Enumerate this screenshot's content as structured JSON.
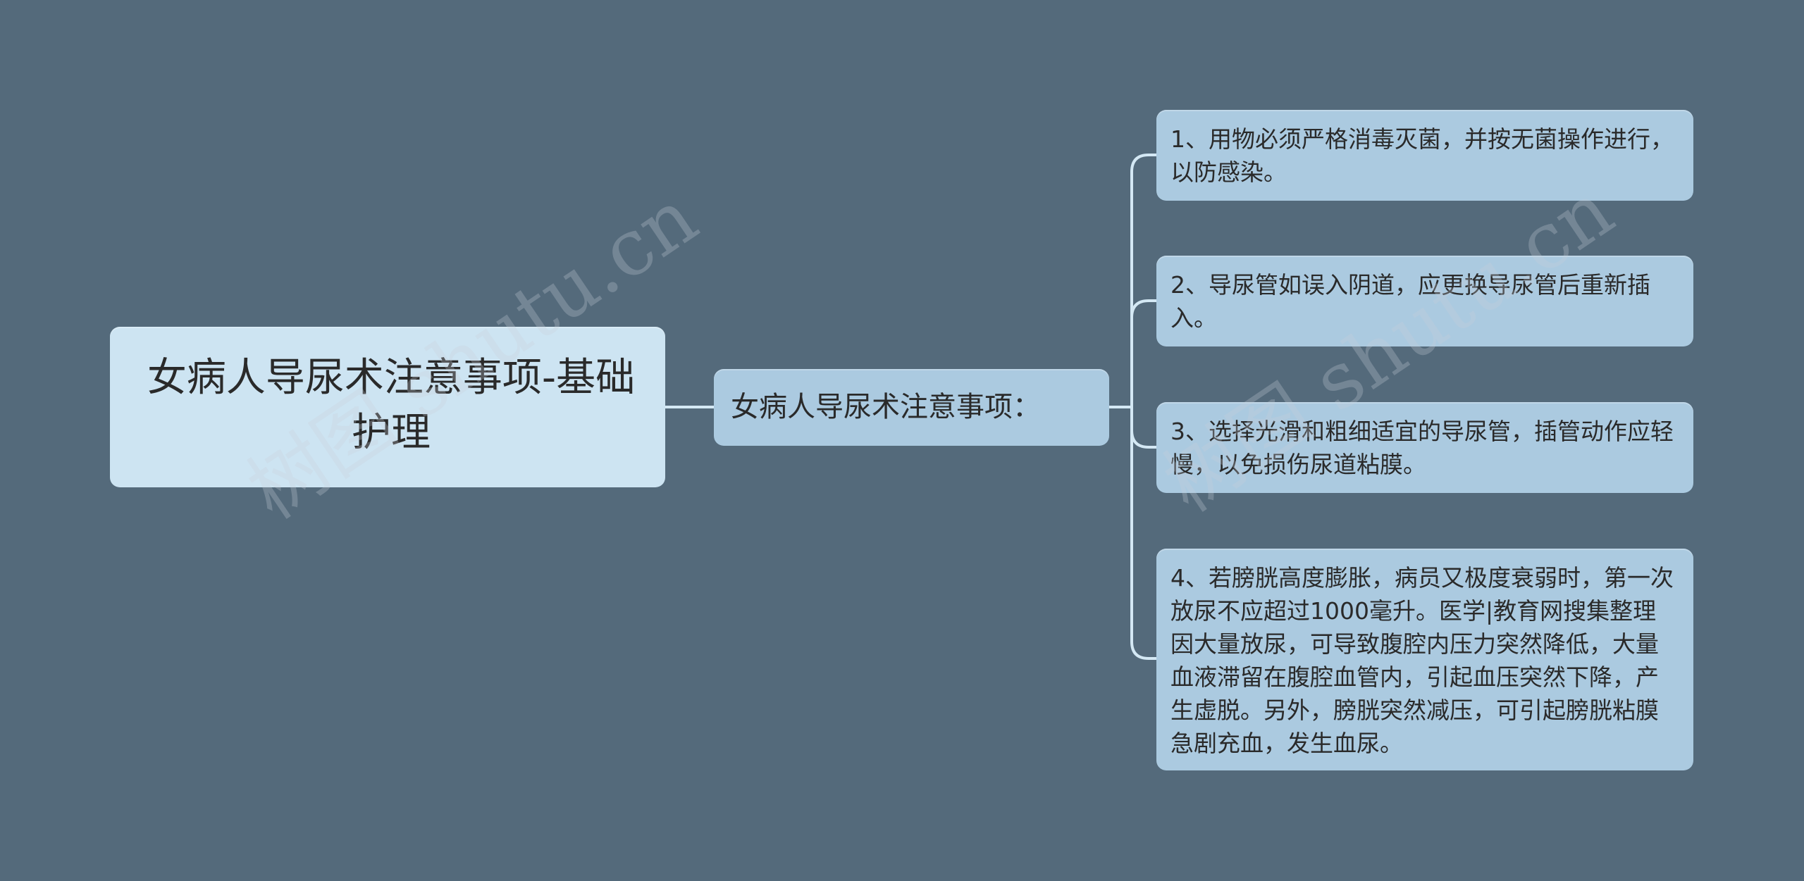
{
  "root": {
    "label": "女病人导尿术注意事项-基础护理"
  },
  "branch": {
    "label": "女病人导尿术注意事项："
  },
  "leaves": [
    {
      "label": "1、用物必须严格消毒灭菌，并按无菌操作进行，以防感染。"
    },
    {
      "label": "2、导尿管如误入阴道，应更换导尿管后重新插入。"
    },
    {
      "label": "3、选择光滑和粗细适宜的导尿管，插管动作应轻慢，以免损伤尿道粘膜。"
    },
    {
      "label": "4、若膀胱高度膨胀，病员又极度衰弱时，第一次放尿不应超过1000毫升。医学|教育网搜集整理因大量放尿，可导致腹腔内压力突然降低，大量血液滞留在腹腔血管内，引起血压突然下降，产生虚脱。另外，膀胱突然减压，可引起膀胱粘膜急剧充血，发生血尿。"
    }
  ],
  "watermark": {
    "text": "树图 shutu.cn"
  },
  "colors": {
    "background": "#546a7b",
    "root_fill": "#cde4f2",
    "node_fill": "#abcae0",
    "connector": "#d4e8f4",
    "text": "#2a2a2a"
  }
}
